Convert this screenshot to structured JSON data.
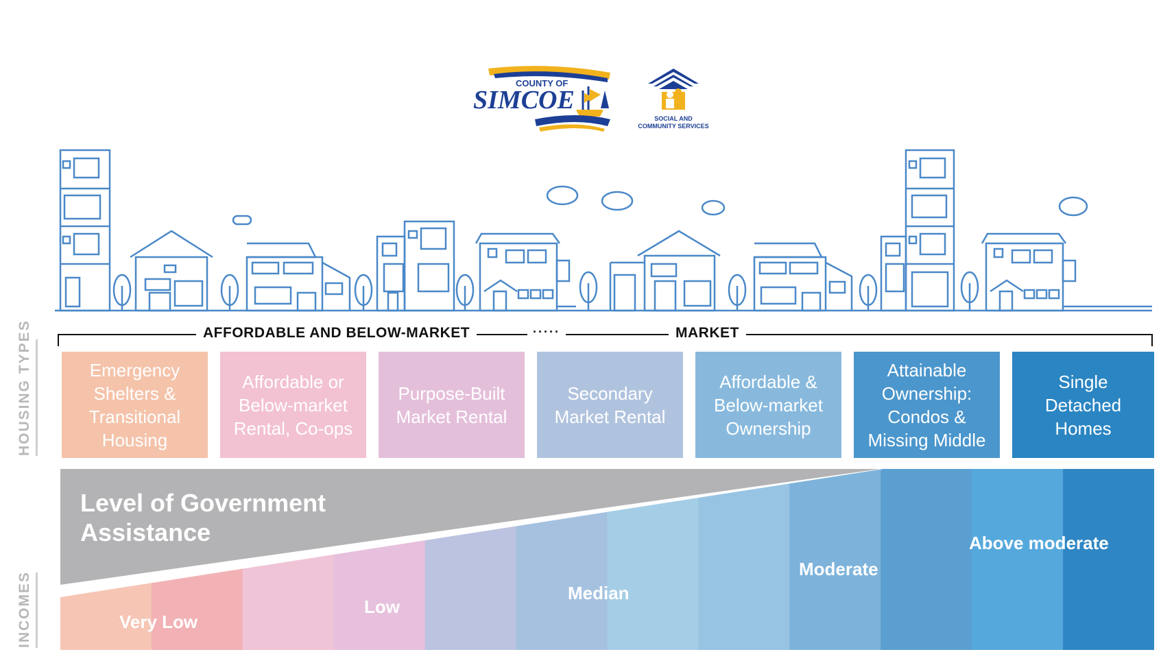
{
  "logo": {
    "county_of": "COUNTY OF",
    "simcoe": "SIMCOE",
    "social_line1": "SOCIAL AND",
    "social_line2": "COMMUNITY SERVICES"
  },
  "side_labels": {
    "housing_types": "HOUSING TYPES",
    "incomes": "INCOMES"
  },
  "brackets": {
    "affordable": "AFFORDABLE AND BELOW-MARKET",
    "dots": "·····",
    "market": "MARKET"
  },
  "housing_types": [
    {
      "label": "Emergency Shelters & Transitional Housing",
      "color": "#f4c3aa"
    },
    {
      "label": "Affordable or Below-market Rental, Co-ops",
      "color": "#f2c1d2"
    },
    {
      "label": "Purpose-Built Market Rental",
      "color": "#e4bfda"
    },
    {
      "label": "Secondary Market Rental",
      "color": "#b0c3de"
    },
    {
      "label": "Affordable & Below-market Ownership",
      "color": "#88b9dd"
    },
    {
      "label": "Attainable Ownership: Condos & Missing Middle",
      "color": "#4b96cc"
    },
    {
      "label": "Single Detached Homes",
      "color": "#2a85c2"
    }
  ],
  "assistance_label": "Level of Government Assistance",
  "income_bands": {
    "colors": [
      "#f6c5b4",
      "#f2b2b5",
      "#efc4d6",
      "#e6c0dc",
      "#bcc3e0",
      "#a6c1e0",
      "#a5cde6",
      "#97c4e3",
      "#7db3da",
      "#5a9fd0",
      "#55a8dc",
      "#2f86c4"
    ],
    "labels": [
      "Very Low",
      "Low",
      "Median",
      "Moderate",
      "Above moderate"
    ]
  }
}
